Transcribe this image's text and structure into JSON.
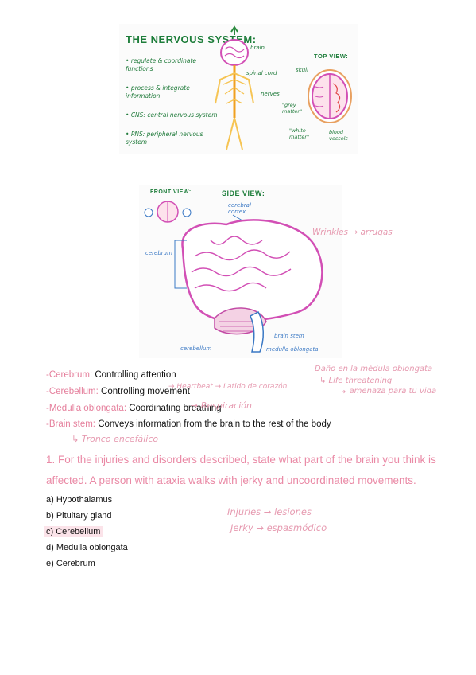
{
  "figure1": {
    "title": "THE NERVOUS SYSTEM:",
    "bullets": [
      "regulate & coordinate functions",
      "process & integrate information",
      "CNS: central nervous system",
      "PNS: peripheral nervous system"
    ],
    "labels": {
      "brain": "brain",
      "spinal_cord": "spinal cord",
      "nerves": "nerves",
      "top_view": "TOP VIEW:",
      "skull": "skull",
      "grey_matter": "\"grey matter\"",
      "white_matter": "\"white matter\"",
      "blood_vessels": "blood vessels"
    }
  },
  "figure2": {
    "front_view": "FRONT VIEW:",
    "side_view": "SIDE VIEW:",
    "labels": {
      "cerebral_cortex": "cerebral cortex",
      "cerebrum": "cerebrum",
      "cerebellum": "cerebellum",
      "brain_stem": "brain stem",
      "medulla": "medulla oblongata"
    },
    "annotation": "Wrinkles → arrugas"
  },
  "definitions": [
    {
      "term": "-Cerebrum:",
      "desc": "Controlling attention"
    },
    {
      "term": "-Cerebellum:",
      "desc": "Controlling movement"
    },
    {
      "term": "-Medulla oblongata:",
      "desc": "Coordinating breathing"
    },
    {
      "term": "-Brain stem:",
      "desc": "Conveys information from the brain to the rest of the body"
    }
  ],
  "notes": {
    "heartbeat": "→ Heartbeat → Latido de corazón",
    "respiration": "→ Respiración",
    "tronco": "↳ Tronco encefálico",
    "damage1": "Daño en la médula oblongata",
    "damage2": "↳ Life threatening",
    "damage3": "↳ amenaza para tu vida",
    "injuries": "Injuries → lesiones",
    "jerky": "Jerky → espasmódico"
  },
  "question": {
    "line1": "1. For the injuries and disorders described, state what part of the brain you think is",
    "line2": "affected. A person with ataxia walks with jerky and uncoordinated movements.",
    "options": [
      "a) Hypothalamus",
      "b) Pituitary gland",
      "c) Cerebellum",
      "d) Medulla oblongata",
      "e) Cerebrum"
    ]
  }
}
